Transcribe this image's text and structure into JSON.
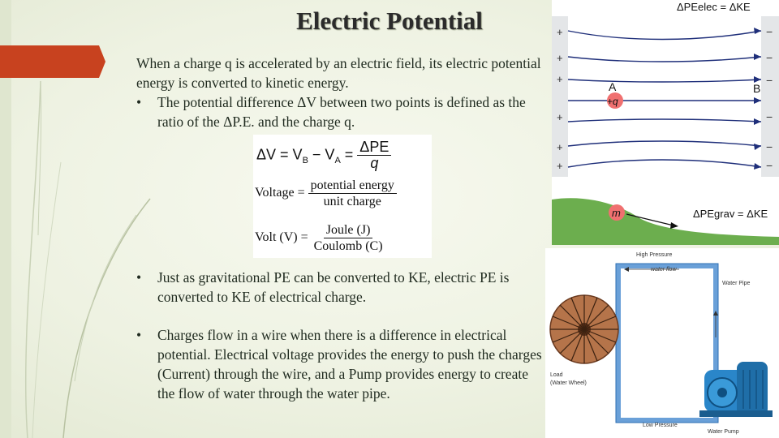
{
  "slide": {
    "title": "Electric Potential",
    "intro": "When a charge q is accelerated by an electric field, its electric potential energy is converted to kinetic energy.",
    "bullets": [
      "The potential difference ΔV between two points is defined as the ratio of the ΔP.E. and the charge q.",
      "Just as gravitational PE can be converted to KE, electric PE is converted to KE of electrical charge.",
      "Charges flow in a wire when there is a difference in electrical potential. Electrical voltage provides the energy to push the charges (Current) through the wire, and a Pump provides energy to create the flow of water through the water pipe."
    ],
    "bullet_symbol": "•"
  },
  "equations": {
    "eq1_lhs": "ΔV = V",
    "eq1_b": "B",
    "eq1_mid": " − V",
    "eq1_a": "A",
    "eq1_eq": " = ",
    "eq1_num": "ΔPE",
    "eq1_den": "q",
    "eq2_lhs": "Voltage = ",
    "eq2_num": "potential energy",
    "eq2_den": "unit charge",
    "eq3_lhs": "Volt (V) = ",
    "eq3_num": "Joule (J)",
    "eq3_den": "Coulomb (C)"
  },
  "field_diagram": {
    "top_label": "ΔPEelec = ΔKE",
    "label_a": "A",
    "label_b": "B",
    "charge": "+q",
    "plus": "+",
    "minus": "−",
    "mass": "m",
    "bottom_label": "ΔPEgrav = ΔKE"
  },
  "pump_diagram": {
    "high_pressure": "High Pressure",
    "water_flow": "water flow",
    "water_pipe": "Water Pipe",
    "load": "Load",
    "load_sub": "(Water Wheel)",
    "low_pressure": "Low Pressure",
    "water_pump": "Water Pump"
  },
  "colors": {
    "accent": "#c8421f",
    "plate": "#e4e6e8",
    "arrow": "#1f2f7a",
    "charge": "#f07070"
  }
}
